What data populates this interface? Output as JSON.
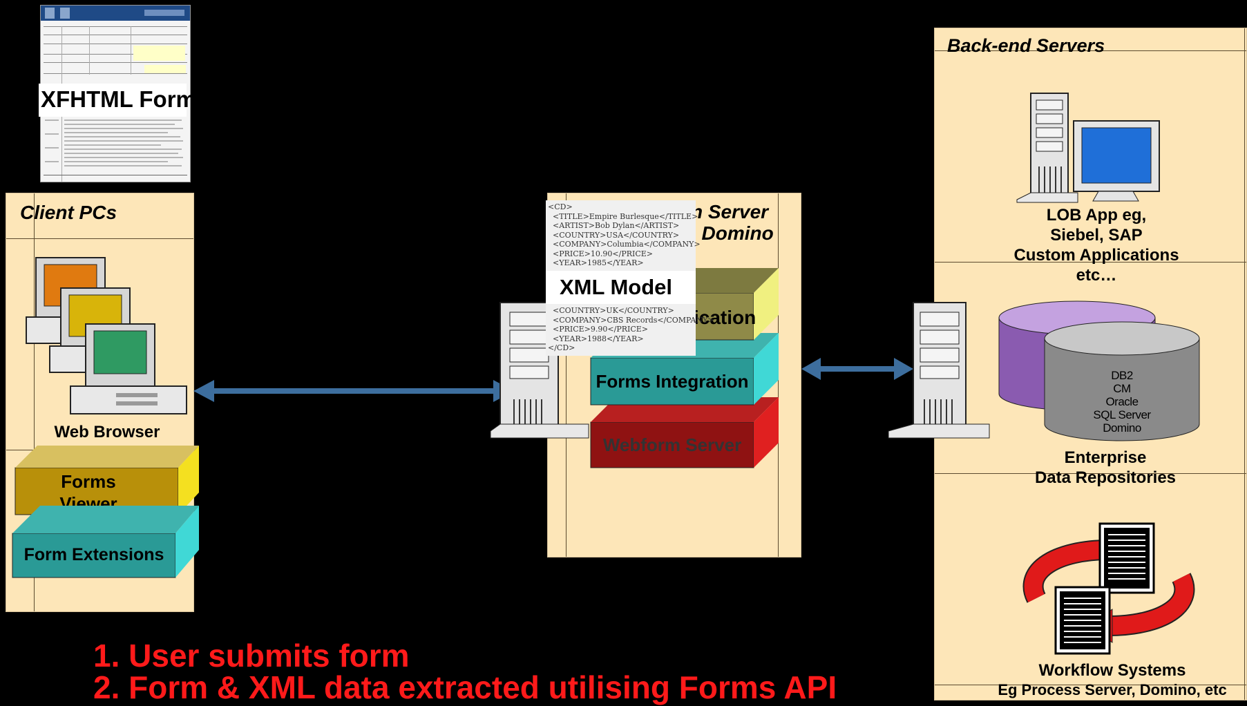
{
  "form_thumbnail": {
    "label": "XFHTML Form"
  },
  "client": {
    "title": "Client PCs",
    "browser_label": "Web Browser",
    "viewer_label_line1": "Forms",
    "viewer_label_line2": "Viewer",
    "extensions_label": "Form Extensions"
  },
  "server": {
    "title_line1": "n Server",
    "title_line2": ", Domino",
    "layers": {
      "application": "ication",
      "integration": "Forms Integration",
      "webform": "Webform Server"
    }
  },
  "xml_model": {
    "title": "XML Model",
    "top_lines": [
      "<CD>",
      "  <TITLE>Empire Burlesque</TITLE>",
      "  <ARTIST>Bob Dylan</ARTIST>",
      "  <COUNTRY>USA</COUNTRY>",
      "  <COMPANY>Columbia</COMPANY>",
      "  <PRICE>10.90</PRICE>",
      "  <YEAR>1985</YEAR>"
    ],
    "bottom_lines": [
      "  <COUNTRY>UK</COUNTRY>",
      "  <COMPANY>CBS Records</COMPANY>",
      "  <PRICE>9.90</PRICE>",
      "  <YEAR>1988</YEAR>",
      "</CD>"
    ]
  },
  "backend": {
    "title": "Back-end Servers",
    "lob_line1": "LOB App eg,",
    "lob_line2": "Siebel, SAP",
    "lob_line3": "Custom Applications",
    "lob_line4": "etc…",
    "db_lines": [
      "DB2",
      "CM",
      "Oracle",
      "SQL Server",
      "Domino"
    ],
    "repo_line1": "Enterprise",
    "repo_line2": "Data Repositories",
    "workflow_line1": "Workflow Systems",
    "workflow_line2": "Eg Process Server, Domino, etc"
  },
  "steps": [
    "1. User submits form",
    "2. Form & XML data extracted utilising Forms API"
  ],
  "colors": {
    "panel": "#fde6b8",
    "arrow": "#3d6e9e",
    "step_text": "#ff1a1a",
    "viewer_layer": "#b8900a",
    "extensions_layer": "#2a9a96",
    "application_layer": "#8f8a48",
    "integration_layer": "#2a9a96",
    "webform_layer": "#8f1212"
  }
}
